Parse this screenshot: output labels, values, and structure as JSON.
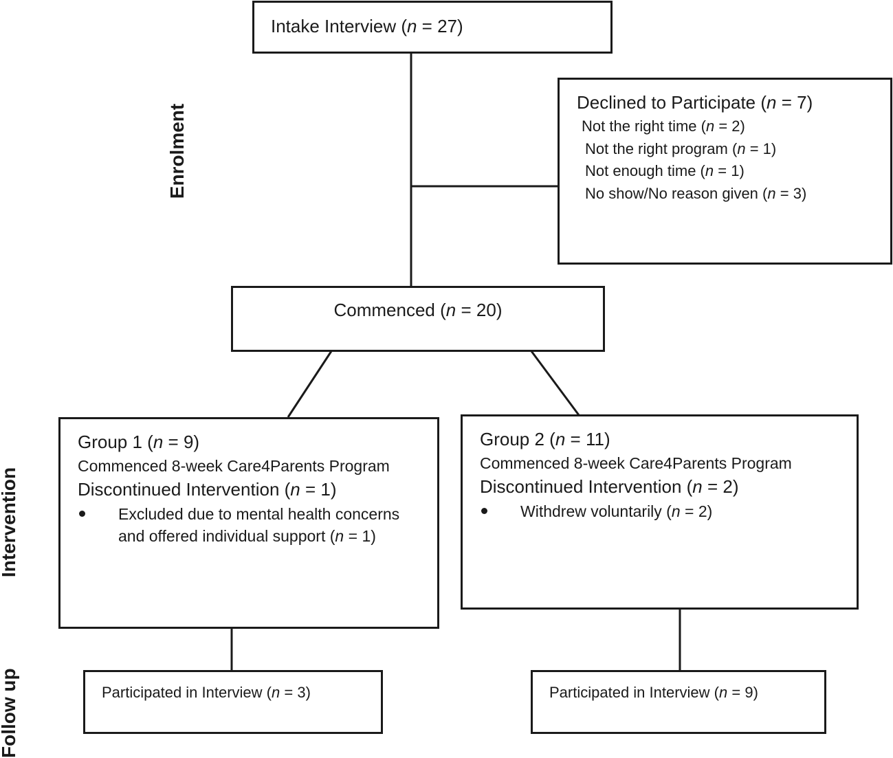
{
  "stages": {
    "enrolment": "Enrolment",
    "intervention": "Intervention",
    "follow_up": "Follow up"
  },
  "intake": {
    "label": "Intake Interview",
    "n": "27"
  },
  "declined": {
    "label": "Declined to Participate",
    "n": "7",
    "reasons": [
      {
        "label": "Not the right time",
        "n": "2"
      },
      {
        "label": "Not the right program",
        "n": "1"
      },
      {
        "label": "Not enough time",
        "n": "1"
      },
      {
        "label": "No show/No reason given",
        "n": "3"
      }
    ]
  },
  "commenced": {
    "label": "Commenced",
    "n": "20"
  },
  "group1": {
    "label": "Group 1",
    "n": "9",
    "program": "Commenced 8-week Care4Parents Program",
    "discontinued_label": "Discontinued Intervention",
    "discontinued_n": "1",
    "bullet_line1": "Excluded due to mental health concerns",
    "bullet_line2": "and offered individual support",
    "bullet_n": "1"
  },
  "group2": {
    "label": "Group 2",
    "n": "11",
    "program": "Commenced 8-week Care4Parents Program",
    "discontinued_label": "Discontinued Intervention",
    "discontinued_n": "2",
    "bullet_line1": "Withdrew voluntarily",
    "bullet_n": "2"
  },
  "followup1": {
    "label": "Participated in Interview",
    "n": "3"
  },
  "followup2": {
    "label": "Participated in Interview",
    "n": "9"
  }
}
